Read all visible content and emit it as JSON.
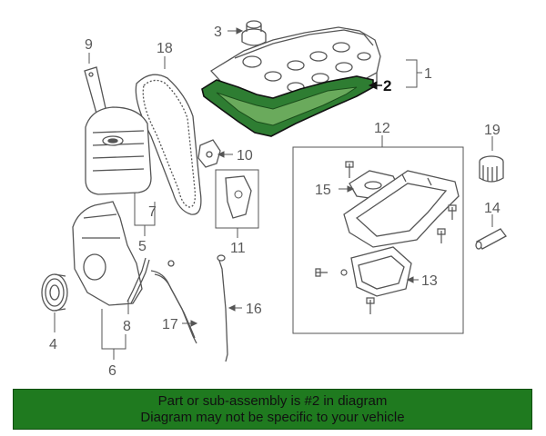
{
  "diagram": {
    "callouts": {
      "c1": "1",
      "c2": "2",
      "c3": "3",
      "c4": "4",
      "c5": "5",
      "c6": "6",
      "c7": "7",
      "c8": "8",
      "c9": "9",
      "c10": "10",
      "c11": "11",
      "c12": "12",
      "c13": "13",
      "c14": "14",
      "c15": "15",
      "c16": "16",
      "c17": "17",
      "c18": "18",
      "c19": "19"
    },
    "highlight_part": "2",
    "highlight_color": "#2e7d32",
    "line_color": "#555555"
  },
  "banner": {
    "line1": "Part or sub-assembly is #2 in diagram",
    "line2": "Diagram may not be specific to your vehicle",
    "background": "#1f7a1f"
  }
}
